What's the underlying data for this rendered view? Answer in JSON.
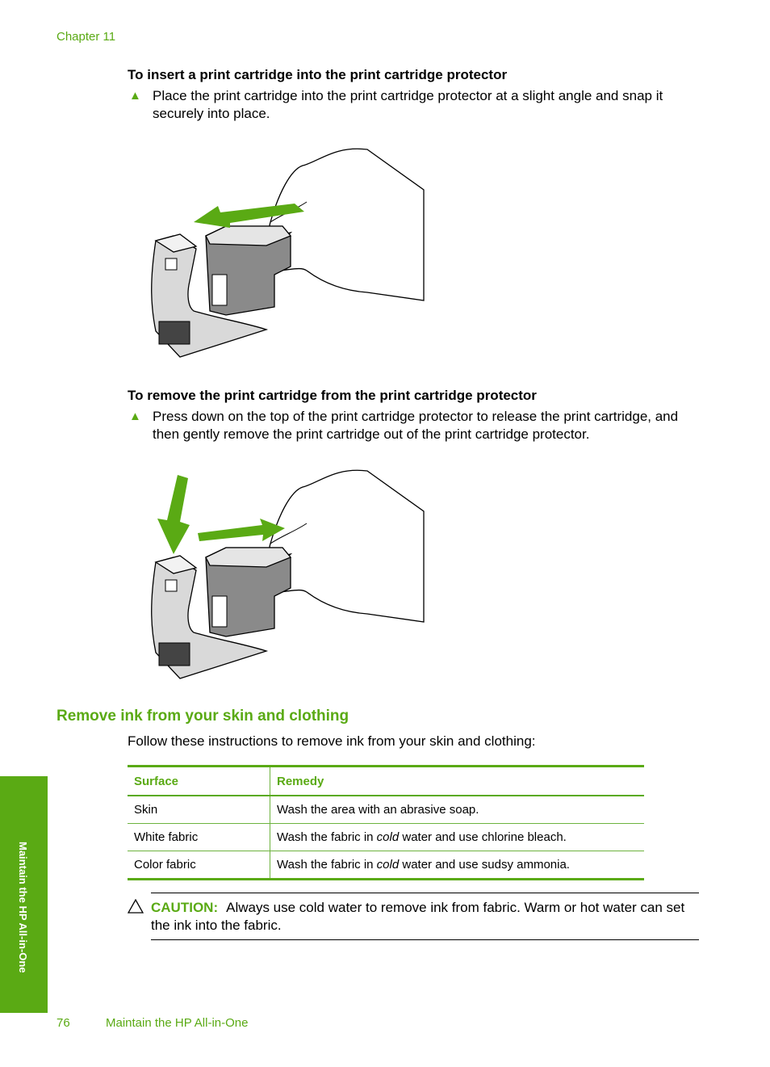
{
  "header": {
    "chapter": "Chapter 11"
  },
  "insert_procedure": {
    "heading": "To insert a print cartridge into the print cartridge protector",
    "step": "Place the print cartridge into the print cartridge protector at a slight angle and snap it securely into place."
  },
  "remove_procedure": {
    "heading": "To remove the print cartridge from the print cartridge protector",
    "step": "Press down on the top of the print cartridge protector to release the print cartridge, and then gently remove the print cartridge out of the print cartridge protector."
  },
  "ink_section": {
    "heading": "Remove ink from your skin and clothing",
    "intro": "Follow these instructions to remove ink from your skin and clothing:",
    "table": {
      "headers": [
        "Surface",
        "Remedy"
      ],
      "rows": [
        {
          "surface": "Skin",
          "remedy_pre": "Wash the area with an abrasive soap.",
          "remedy_em": "",
          "remedy_post": ""
        },
        {
          "surface": "White fabric",
          "remedy_pre": "Wash the fabric in ",
          "remedy_em": "cold",
          "remedy_post": " water and use chlorine bleach."
        },
        {
          "surface": "Color fabric",
          "remedy_pre": "Wash the fabric in ",
          "remedy_em": "cold",
          "remedy_post": " water and use sudsy ammonia."
        }
      ]
    }
  },
  "caution": {
    "label": "CAUTION:",
    "text": "Always use cold water to remove ink from fabric. Warm or hot water can set the ink into the fabric.",
    "icon": "warning-triangle-icon"
  },
  "side_tab": {
    "text": "Maintain the HP All-in-One",
    "color": "#5aaa14"
  },
  "footer": {
    "page_number": "76",
    "title": "Maintain the HP All-in-One"
  },
  "colors": {
    "accent": "#5aaa14"
  }
}
